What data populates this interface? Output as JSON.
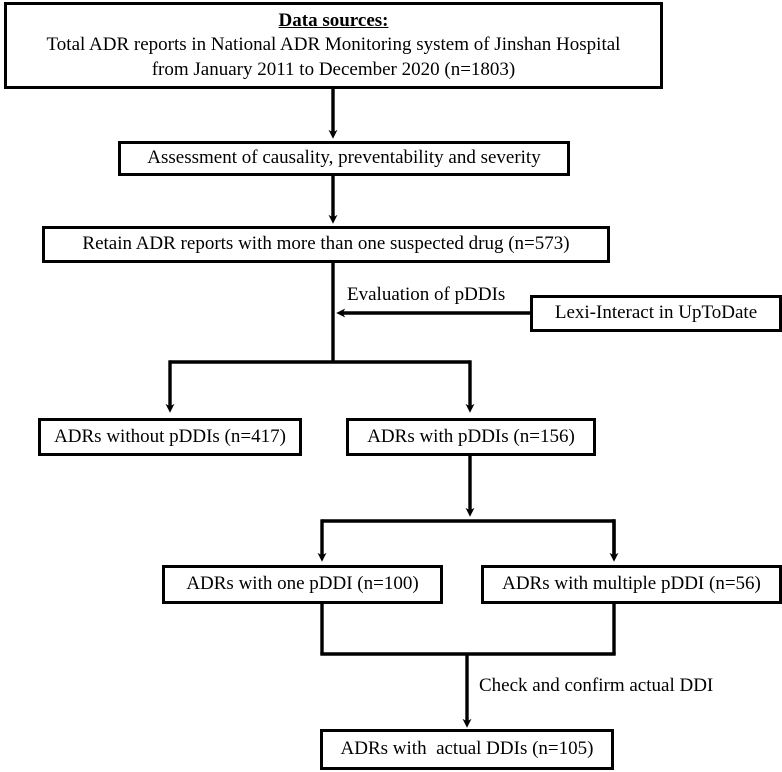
{
  "diagram": {
    "type": "flowchart",
    "title": "ADR report screening and pDDI evaluation flow",
    "nodes": {
      "data_sources": {
        "heading": "Data sources:",
        "line1": "Total ADR reports in National ADR Monitoring system of Jinshan Hospital",
        "line2": "from January 2011 to December 2020 (n=1803)",
        "count": "1803"
      },
      "assessment": {
        "label": "Assessment of causality, preventability and severity"
      },
      "retain": {
        "label": "Retain ADR reports with more than one suspected drug (n=573)",
        "count": "573"
      },
      "lexi": {
        "label": "Lexi-Interact in UpToDate"
      },
      "without_pddis": {
        "label": "ADRs without pDDIs (n=417)",
        "count": "417"
      },
      "with_pddis": {
        "label": "ADRs with pDDIs (n=156)",
        "count": "156"
      },
      "one_pddi": {
        "label": "ADRs with one pDDI (n=100)",
        "count": "100"
      },
      "multiple_pddi": {
        "label": "ADRs with multiple pDDI (n=56)",
        "count": "56"
      },
      "actual_ddis": {
        "label": "ADRs with  actual DDIs (n=105)",
        "count": "105"
      }
    },
    "edge_labels": {
      "evaluation": "Evaluation of pDDIs",
      "check_confirm": "Check and confirm actual DDI"
    },
    "colors": {
      "stroke": "#000000",
      "fill": "#ffffff",
      "text": "#000000"
    }
  }
}
